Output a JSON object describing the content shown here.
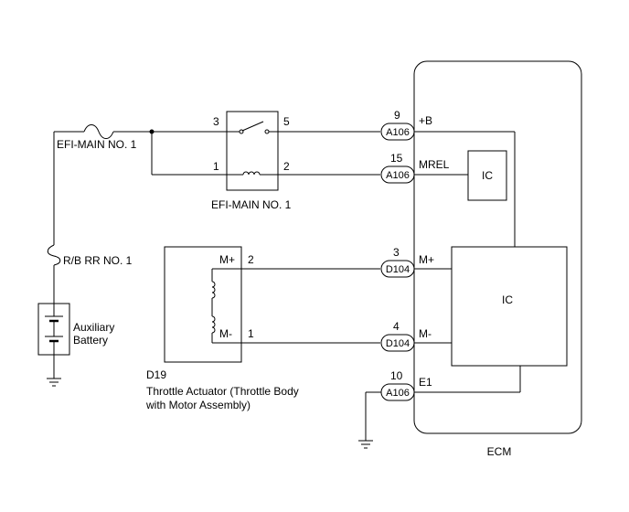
{
  "components": {
    "fuse_label": "EFI-MAIN NO. 1",
    "relay_label": "EFI-MAIN NO. 1",
    "rb_fuse_label": "R/B RR NO. 1",
    "battery_label_line1": "Auxiliary",
    "battery_label_line2": "Battery",
    "actuator_id": "D19",
    "actuator_label_line1": "Throttle Actuator (Throttle Body",
    "actuator_label_line2": "with Motor Assembly)",
    "ecm_label": "ECM",
    "ic_small_label": "IC",
    "ic_large_label": "IC"
  },
  "relay_pins": {
    "p3": "3",
    "p5": "5",
    "p1": "1",
    "p2": "2"
  },
  "actuator_pins": {
    "m_plus_label": "M+",
    "m_plus_num": "2",
    "m_minus_label": "M-",
    "m_minus_num": "1"
  },
  "ecm_terminals": [
    {
      "num": "9",
      "connector": "A106",
      "signal": "+B"
    },
    {
      "num": "15",
      "connector": "A106",
      "signal": "MREL"
    },
    {
      "num": "3",
      "connector": "D104",
      "signal": "M+"
    },
    {
      "num": "4",
      "connector": "D104",
      "signal": "M-"
    },
    {
      "num": "10",
      "connector": "A106",
      "signal": "E1"
    }
  ]
}
